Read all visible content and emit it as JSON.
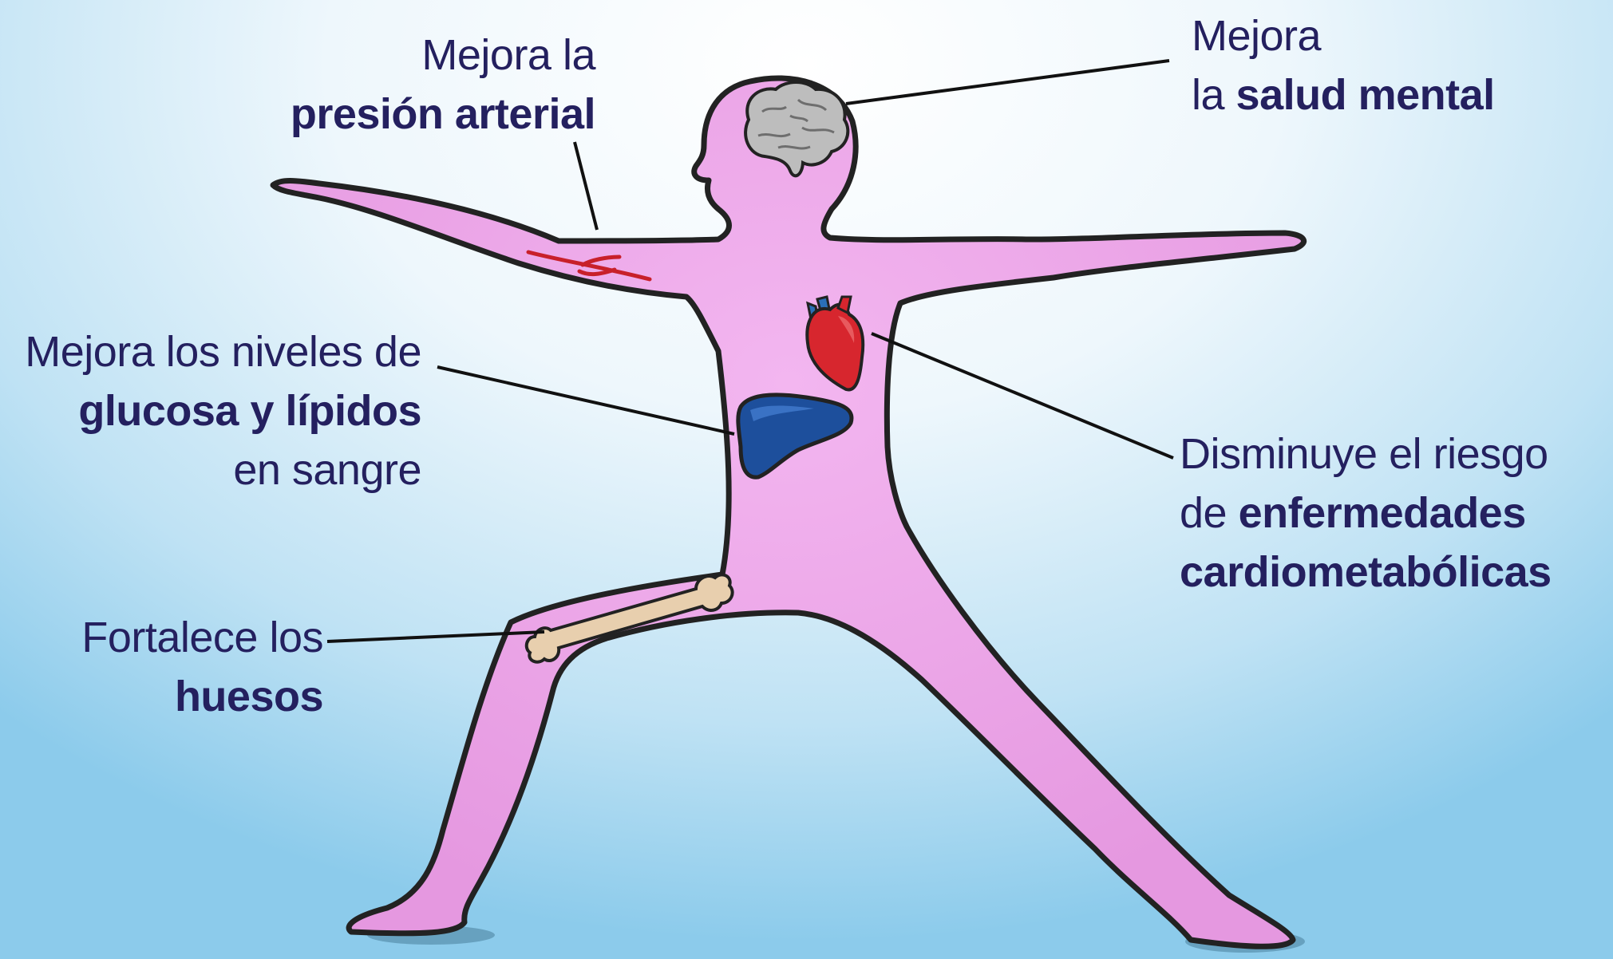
{
  "diagram": {
    "labels": {
      "blood_pressure": {
        "line1": "Mejora la",
        "line2_bold": "presión arterial"
      },
      "mental_health": {
        "line1": "Mejora",
        "line2_plain": "la ",
        "line2_bold": "salud mental"
      },
      "glucose": {
        "line1": "Mejora los niveles de",
        "line2_bold": "glucosa y lípidos",
        "line3": "en sangre"
      },
      "cardio": {
        "line1": "Disminuye el riesgo",
        "line2_plain": "de ",
        "line2_bold": "enfermedades",
        "line3_bold": "cardiometabólicas"
      },
      "bones": {
        "line1": "Fortalece los",
        "line2_bold": "huesos"
      }
    },
    "colors": {
      "text": "#24205f",
      "body_fill": "#eba4e8",
      "body_outline": "#222222",
      "heart": "#d7262e",
      "liver": "#1d4f9c",
      "brain": "#bdbdbd",
      "bone": "#e8cfae",
      "vein": "#c8202a"
    },
    "icons": [
      "brain-icon",
      "heart-icon",
      "liver-icon",
      "bone-icon",
      "blood-vessel-icon"
    ]
  }
}
